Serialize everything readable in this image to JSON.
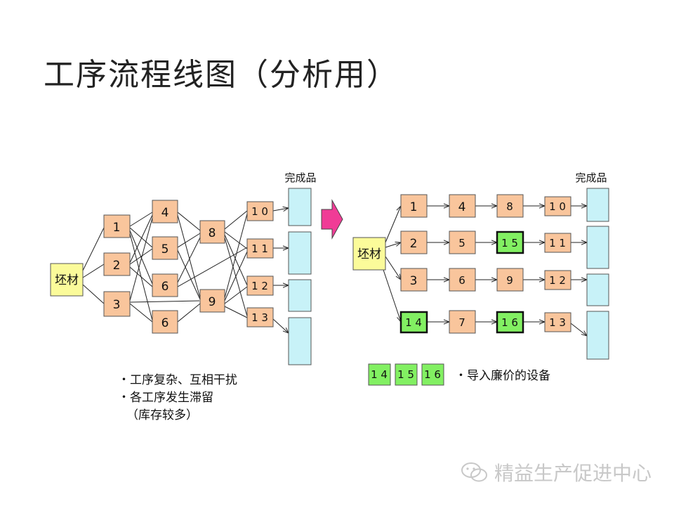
{
  "title": "工序流程线图（分析用）",
  "left": {
    "source": "坯材",
    "finished_label": "完成品",
    "nodes": [
      "1",
      "2",
      "3",
      "4",
      "5",
      "6",
      "6",
      "8",
      "9",
      "1 0",
      "1 1",
      "1 2",
      "1 3"
    ],
    "notes": [
      "・工序复杂、互相干扰",
      "・各工序发生滞留",
      "（库存较多）"
    ]
  },
  "right": {
    "source": "坯材",
    "finished_label": "完成品",
    "rows": [
      [
        "1",
        "4",
        "8",
        "1 0"
      ],
      [
        "2",
        "5",
        "1 5",
        "1 1"
      ],
      [
        "3",
        "6",
        "9",
        "1 2"
      ],
      [
        "1 4",
        "7",
        "1 6",
        "1 3"
      ]
    ],
    "legend_items": [
      "1 4",
      "1 5",
      "1 6"
    ],
    "legend_text": "・导入廉价的设备"
  },
  "watermark": "精益生产促进中心",
  "colors": {
    "process_fill": "#f9c59c",
    "source_fill": "#fbfb9a",
    "finished_fill": "#c8f2f8",
    "new_equipment_fill": "#82f062",
    "arrow_fill": "#f03c96"
  }
}
